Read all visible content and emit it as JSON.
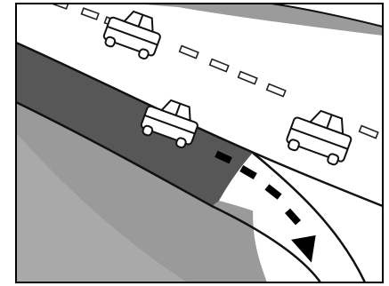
{
  "diagram": {
    "type": "illustration",
    "scene": "road-diagram-deceleration-lane-exit",
    "colors": {
      "frame_background": "#ffffff",
      "frame_border": "#000000",
      "grass_light": "#a9a9a9",
      "grass_dark": "#8f8f8f",
      "decel_lane": "#575757",
      "road_surface": "#ffffff",
      "road_edge": "#111111",
      "lane_dash": "#222222",
      "car_body": "#ffffff",
      "car_outline": "#111111",
      "arrow": "#000000",
      "divider_strip": "#9b9b9b"
    },
    "cars": [
      {
        "name": "car-upper-lane",
        "icon": "sedan-icon",
        "lane": "far-travel-lane"
      },
      {
        "name": "car-exiting",
        "icon": "sedan-icon",
        "lane": "deceleration-lane"
      },
      {
        "name": "car-near-lane",
        "icon": "sedan-icon",
        "lane": "near-travel-lane"
      }
    ],
    "exit_path": {
      "icon": "dashed-arrow-icon",
      "direction": "down-right"
    }
  }
}
